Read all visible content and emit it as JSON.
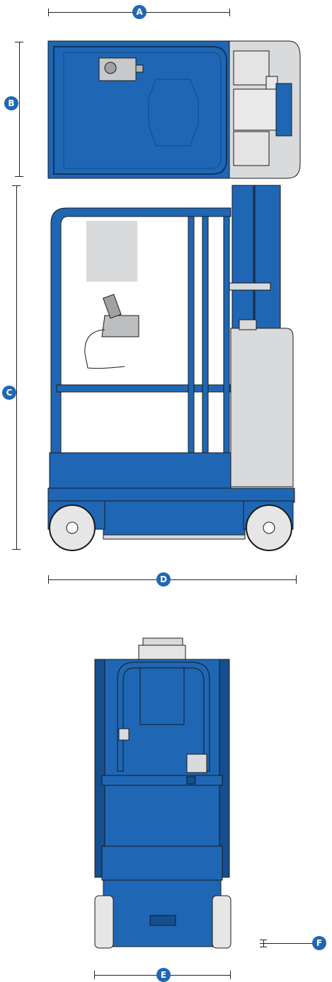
{
  "dimension_labels": {
    "a": "A",
    "b": "B",
    "c": "C",
    "d": "D",
    "e": "E",
    "f": "F"
  },
  "colors": {
    "machine_blue": "#1f67b4",
    "machine_blue_dark": "#154f8f",
    "panel_grey": "#d9dadb",
    "wheel_grey": "#e6e6e6",
    "outline": "#1a1a1a"
  }
}
